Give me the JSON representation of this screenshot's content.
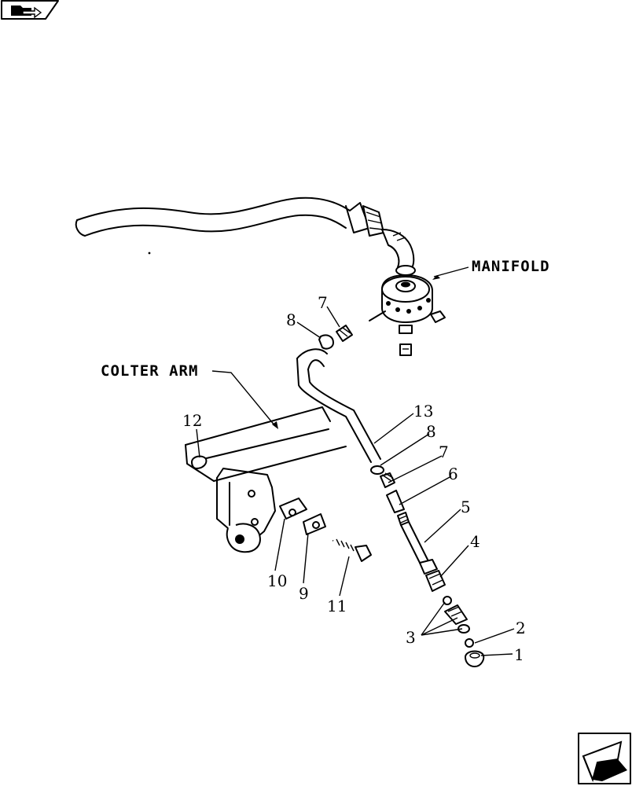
{
  "nav": {
    "top_icon": "folder-back-icon",
    "bottom_icon": "next-page-arrow-icon"
  },
  "callouts": {
    "manifold": "MANIFOLD",
    "colter_arm": "COLTER ARM"
  },
  "part_labels": {
    "p1": "1",
    "p2": "2",
    "p3": "3",
    "p4": "4",
    "p5": "5",
    "p6": "6",
    "p7": "7",
    "p8": "8",
    "p9": "9",
    "p10": "10",
    "p11": "11",
    "p12": "12",
    "p13": "13",
    "p7_top": "7",
    "p8_top": "8"
  }
}
